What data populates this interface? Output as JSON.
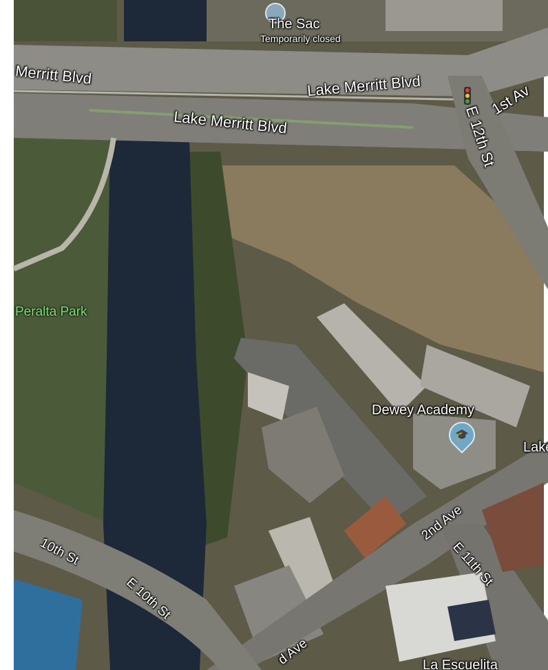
{
  "map": {
    "labels": {
      "merritt_blvd": "Merritt Blvd",
      "lake_merritt_blvd_upper": "Lake Merritt Blvd",
      "lake_merritt_blvd_lower": "Lake Merritt Blvd",
      "first_ave": "1st Av",
      "e12th_st": "E 12th St",
      "peralta_park": "Peralta Park",
      "the_sac": "The Sac",
      "the_sac_status": "Temporarily closed",
      "dewey_academy": "Dewey Academy",
      "lake_partial": "Lake",
      "second_ave": "2nd Ave",
      "e11th_st": "E 11th St",
      "tenth_st": "10th St",
      "e10th_st": "E 10th St",
      "ave_partial": "d Ave",
      "la_escuelita_partial": "La Escuelita"
    },
    "icons": {
      "school": "graduation-cap-icon",
      "traffic": "traffic-light-icon",
      "closed_place": "place-pin-icon"
    },
    "colors": {
      "water": "#1d2838",
      "park_label": "#7fe07a",
      "road": "#9a9a9a",
      "pin": "#6fa8c7"
    }
  }
}
